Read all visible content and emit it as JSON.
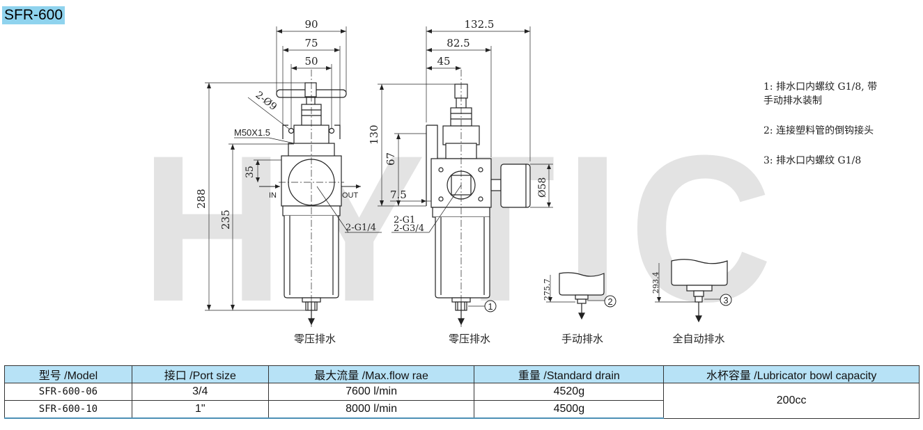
{
  "title": "SFR-600",
  "watermark": "HYTIC",
  "colors": {
    "title_bg": "#8fd3ee",
    "table_header_bg": "#b7e2f6",
    "watermark": "#e3e3e3",
    "line": "#222222"
  },
  "view1": {
    "dims_top": [
      "90",
      "75",
      "50"
    ],
    "dim_hole": "2-Ø9",
    "dim_thread": "M50X1.5",
    "dim_35": "35",
    "dim_288": "288",
    "dim_235": "235",
    "label_in": "IN",
    "label_out": "OUT",
    "port_label": "2-G1/4",
    "caption": "零压排水"
  },
  "view2": {
    "dims_top": [
      "132.5",
      "82.5",
      "45"
    ],
    "dim_130": "130",
    "dim_67": "67",
    "dim_7_5": "7.5",
    "dim_58": "Ø58",
    "port_label_1": "2-G1",
    "port_label_2": "2-G3/4",
    "marker": "1",
    "caption": "零压排水"
  },
  "view3": {
    "dim": "275.7",
    "marker": "2",
    "caption": "手动排水"
  },
  "view4": {
    "dim": "293.4",
    "marker": "3",
    "caption": "全自动排水"
  },
  "notes": [
    {
      "num": "1",
      "line1": "排水口内螺纹 G1/8, 带",
      "line2": "手动排水装制"
    },
    {
      "num": "2",
      "line1": "连接塑料管的倒钩接头"
    },
    {
      "num": "3",
      "line1": "排水口内螺纹 G1/8"
    }
  ],
  "table": {
    "headers": [
      "型号 /Model",
      "接口 /Port size",
      "最大流量 /Max.flow rae",
      "重量 /Standard drain",
      "水杯容量 /Lubricator bowl capacity"
    ],
    "rows": [
      {
        "model": "SFR-600-06",
        "port": "3/4",
        "flow": "7600 l/min",
        "weight": "4520g"
      },
      {
        "model": "SFR-600-10",
        "port": "1\"",
        "flow": "8000 l/min",
        "weight": "4500g"
      }
    ],
    "capacity": "200cc"
  }
}
